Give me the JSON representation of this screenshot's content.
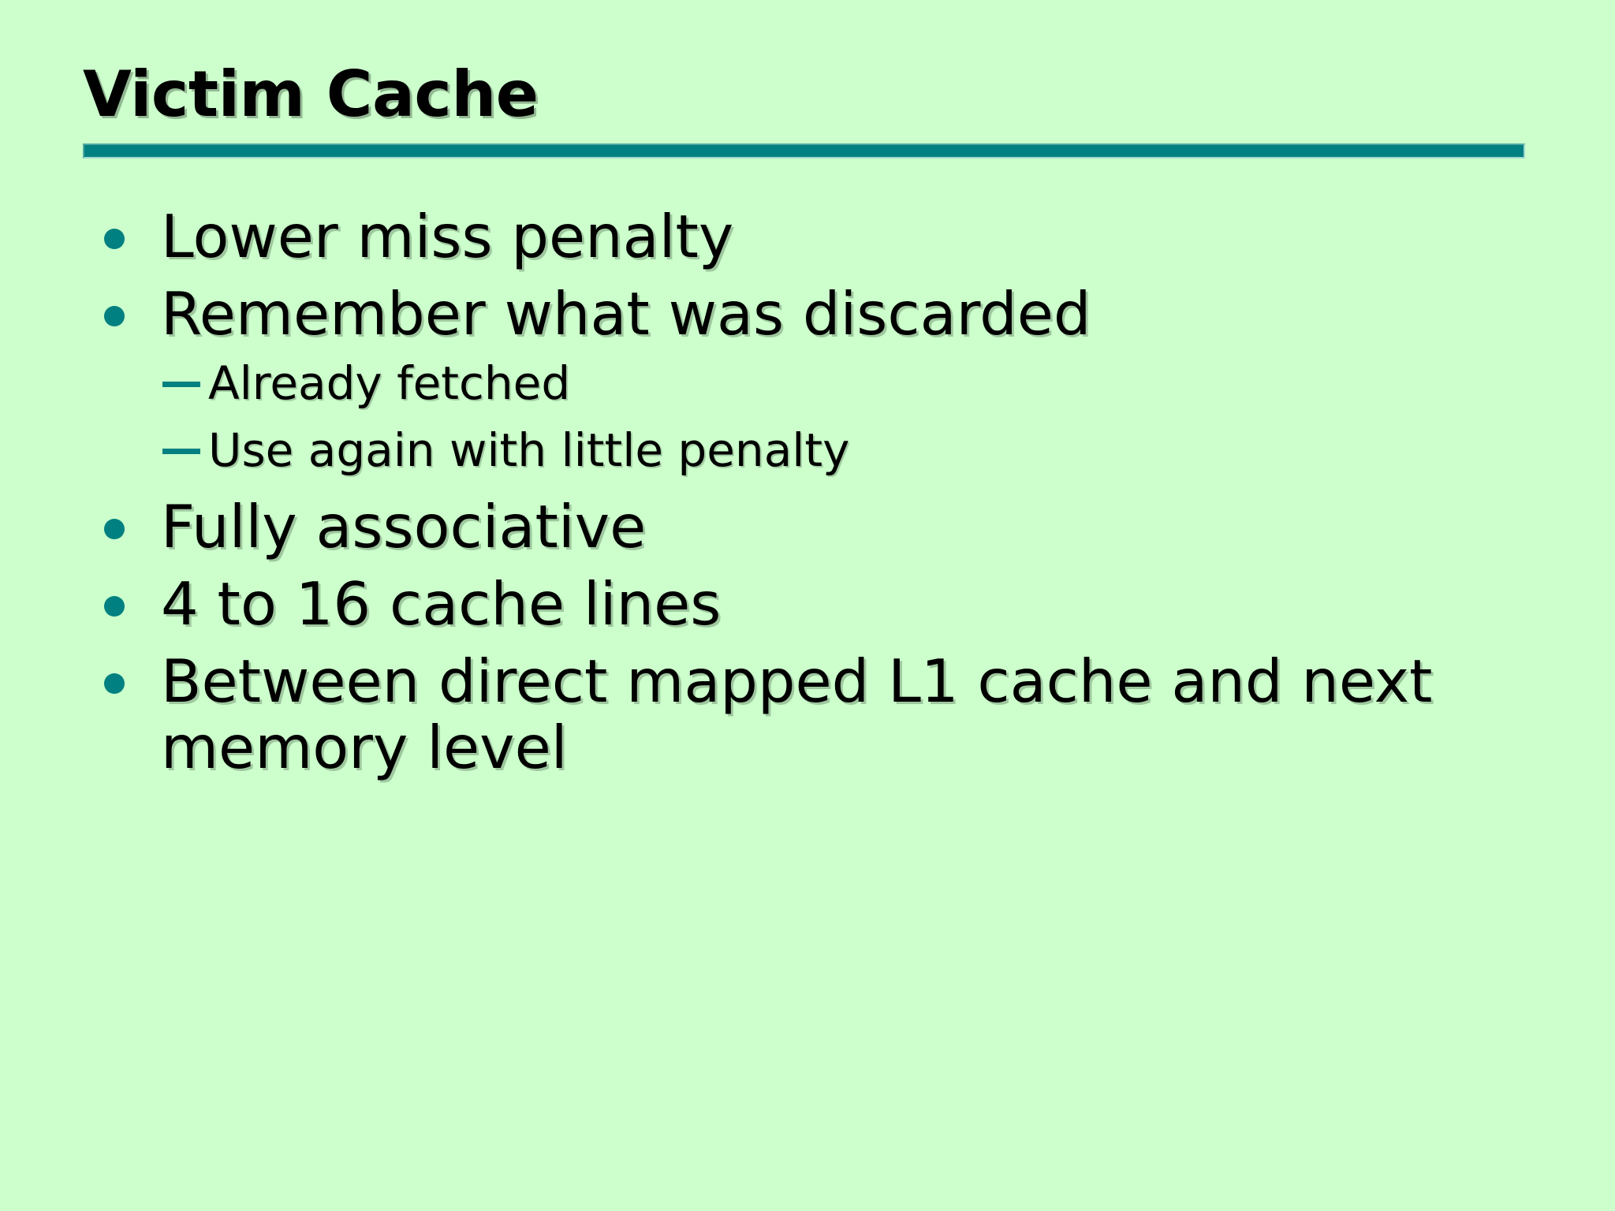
{
  "slide": {
    "background_color": "#CCFFCC",
    "accent_color": "#008080",
    "text_color": "#000000",
    "title": "Victim Cache",
    "bullets": [
      {
        "level": 1,
        "marker": "round-bullet",
        "text": "Lower miss penalty"
      },
      {
        "level": 1,
        "marker": "round-bullet",
        "text": "Remember what was discarded"
      },
      {
        "level": 2,
        "marker": "em-dash",
        "text": "Already fetched"
      },
      {
        "level": 2,
        "marker": "em-dash",
        "text": "Use again with little penalty"
      },
      {
        "level": 1,
        "marker": "round-bullet",
        "text": "Fully associative"
      },
      {
        "level": 1,
        "marker": "round-bullet",
        "text": "4 to 16 cache lines"
      },
      {
        "level": 1,
        "marker": "round-bullet",
        "text": "Between direct mapped L1 cache and next memory level"
      }
    ]
  }
}
